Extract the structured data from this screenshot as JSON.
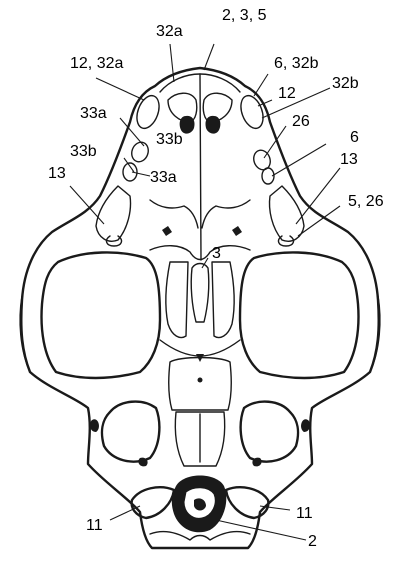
{
  "labels": {
    "top": "2, 3, 5",
    "l_32a_top": "32a",
    "l_12_32a": "12, 32a",
    "r_6_32b": "6, 32b",
    "r_12": "12",
    "r_32b": "32b",
    "l_33a": "33a",
    "l_33b_inner": "33b",
    "l_33b": "33b",
    "l_33a_inner": "33a",
    "l_13": "13",
    "r_26": "26",
    "r_6": "6",
    "r_13": "13",
    "r_5_26": "5, 26",
    "mid_3": "3",
    "b_11_left": "11",
    "b_11_right": "11",
    "b_2": "2"
  },
  "colors": {
    "ink": "#1a1a1a",
    "background": "#ffffff"
  }
}
